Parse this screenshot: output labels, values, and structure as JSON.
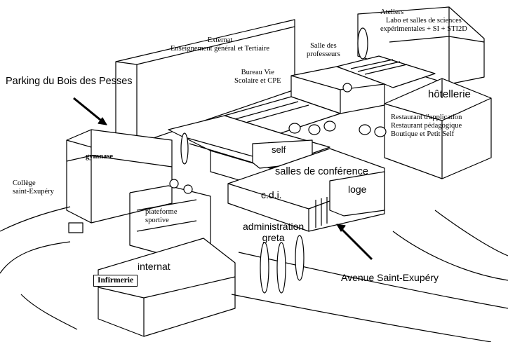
{
  "labels": {
    "ateliers_1": "Ateliers",
    "ateliers_2": "Labo et salles de sciences",
    "ateliers_3": "expérimentales + SI + STI2D",
    "externat_1": "Externat",
    "externat_2": "Enseignement général et Tertiaire",
    "salle_prof_1": "Salle des",
    "salle_prof_2": "professeurs",
    "bureau_vie_1": "Bureau Vie",
    "bureau_vie_2": "Scolaire et CPE",
    "parking": "Parking du Bois des Pesses",
    "hotellerie": "hôtellerie",
    "hotellerie_1": "Restaurant d'application",
    "hotellerie_2": "Restaurant pédagogique",
    "hotellerie_3": "Boutique et Petit Self",
    "gymnase": "gymnase",
    "self": "self",
    "salles_conference": "salles de conférence",
    "college_1": "Collège",
    "college_2": "saint-Exupéry",
    "cdi": "c.d.i.",
    "loge": "loge",
    "plateforme_1": "plateforme",
    "plateforme_2": "sportive",
    "administration": "administration",
    "greta": "greta",
    "internat": "internat",
    "infirmerie": "Infirmerie",
    "avenue": "Avenue Saint-Exupéry"
  }
}
